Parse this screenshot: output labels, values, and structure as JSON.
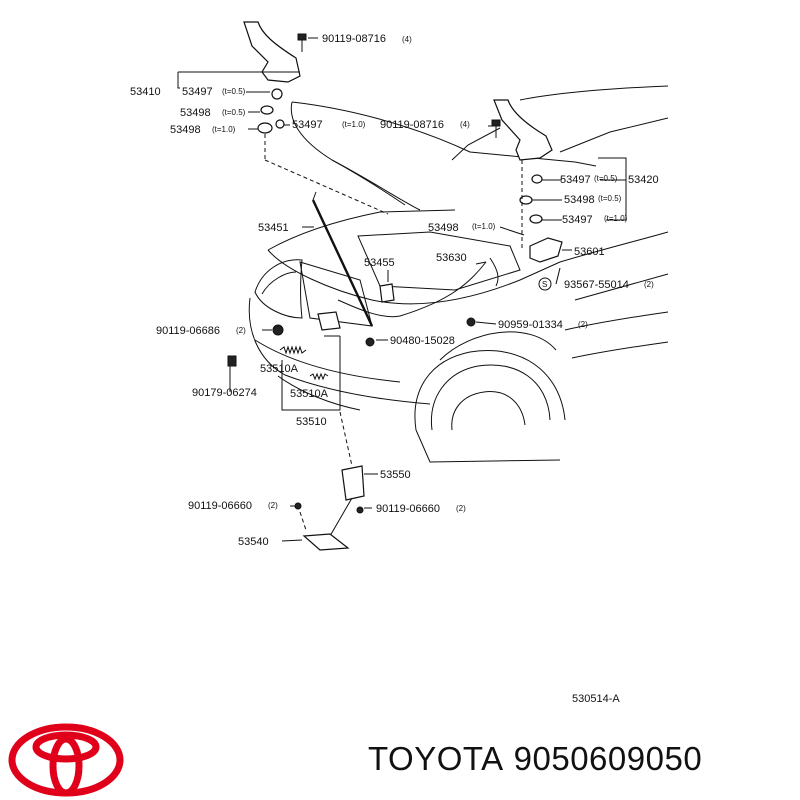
{
  "labels": {
    "p_90119_08716_top": "90119-08716",
    "q_top": "(4)",
    "p_53410": "53410",
    "p_53497_a": "53497",
    "t_a": "(t=0.5)",
    "p_53498_a": "53498",
    "t_b": "(t=0.5)",
    "p_53498_b": "53498",
    "t_c": "(t=1.0)",
    "p_53497_b": "53497",
    "t_d": "(t=1.0)",
    "p_90119_08716_mid": "90119-08716",
    "q_mid": "(4)",
    "p_53497_c": "53497",
    "t_e": "(t=0.5)",
    "p_53420": "53420",
    "p_53498_c": "53498",
    "t_f": "(t=0.5)",
    "p_53497_d": "53497",
    "t_g": "(t=1.0)",
    "p_53451": "53451",
    "p_53498_d": "53498",
    "t_h": "(t=1.0)",
    "p_53601": "53601",
    "p_53455": "53455",
    "p_53630": "53630",
    "s_mark": "S",
    "p_93567": "93567-55014",
    "q_93567": "(2)",
    "p_90119_06686": "90119-06686",
    "q_06686": "(2)",
    "p_90959": "90959-01334",
    "q_90959": "(2)",
    "p_90480": "90480-15028",
    "p_53510a_1": "53510A",
    "p_90179": "90179-06274",
    "p_53510a_2": "53510A",
    "p_53510": "53510",
    "p_53550": "53550",
    "p_90119_06660_l": "90119-06660",
    "q_06660_l": "(2)",
    "p_90119_06660_r": "90119-06660",
    "q_06660_r": "(2)",
    "p_53540": "53540",
    "fig_code": "530514-A"
  },
  "brand": {
    "name": "TOYOTA",
    "part_number": "9050609050",
    "logo_color": "#e0001a"
  }
}
